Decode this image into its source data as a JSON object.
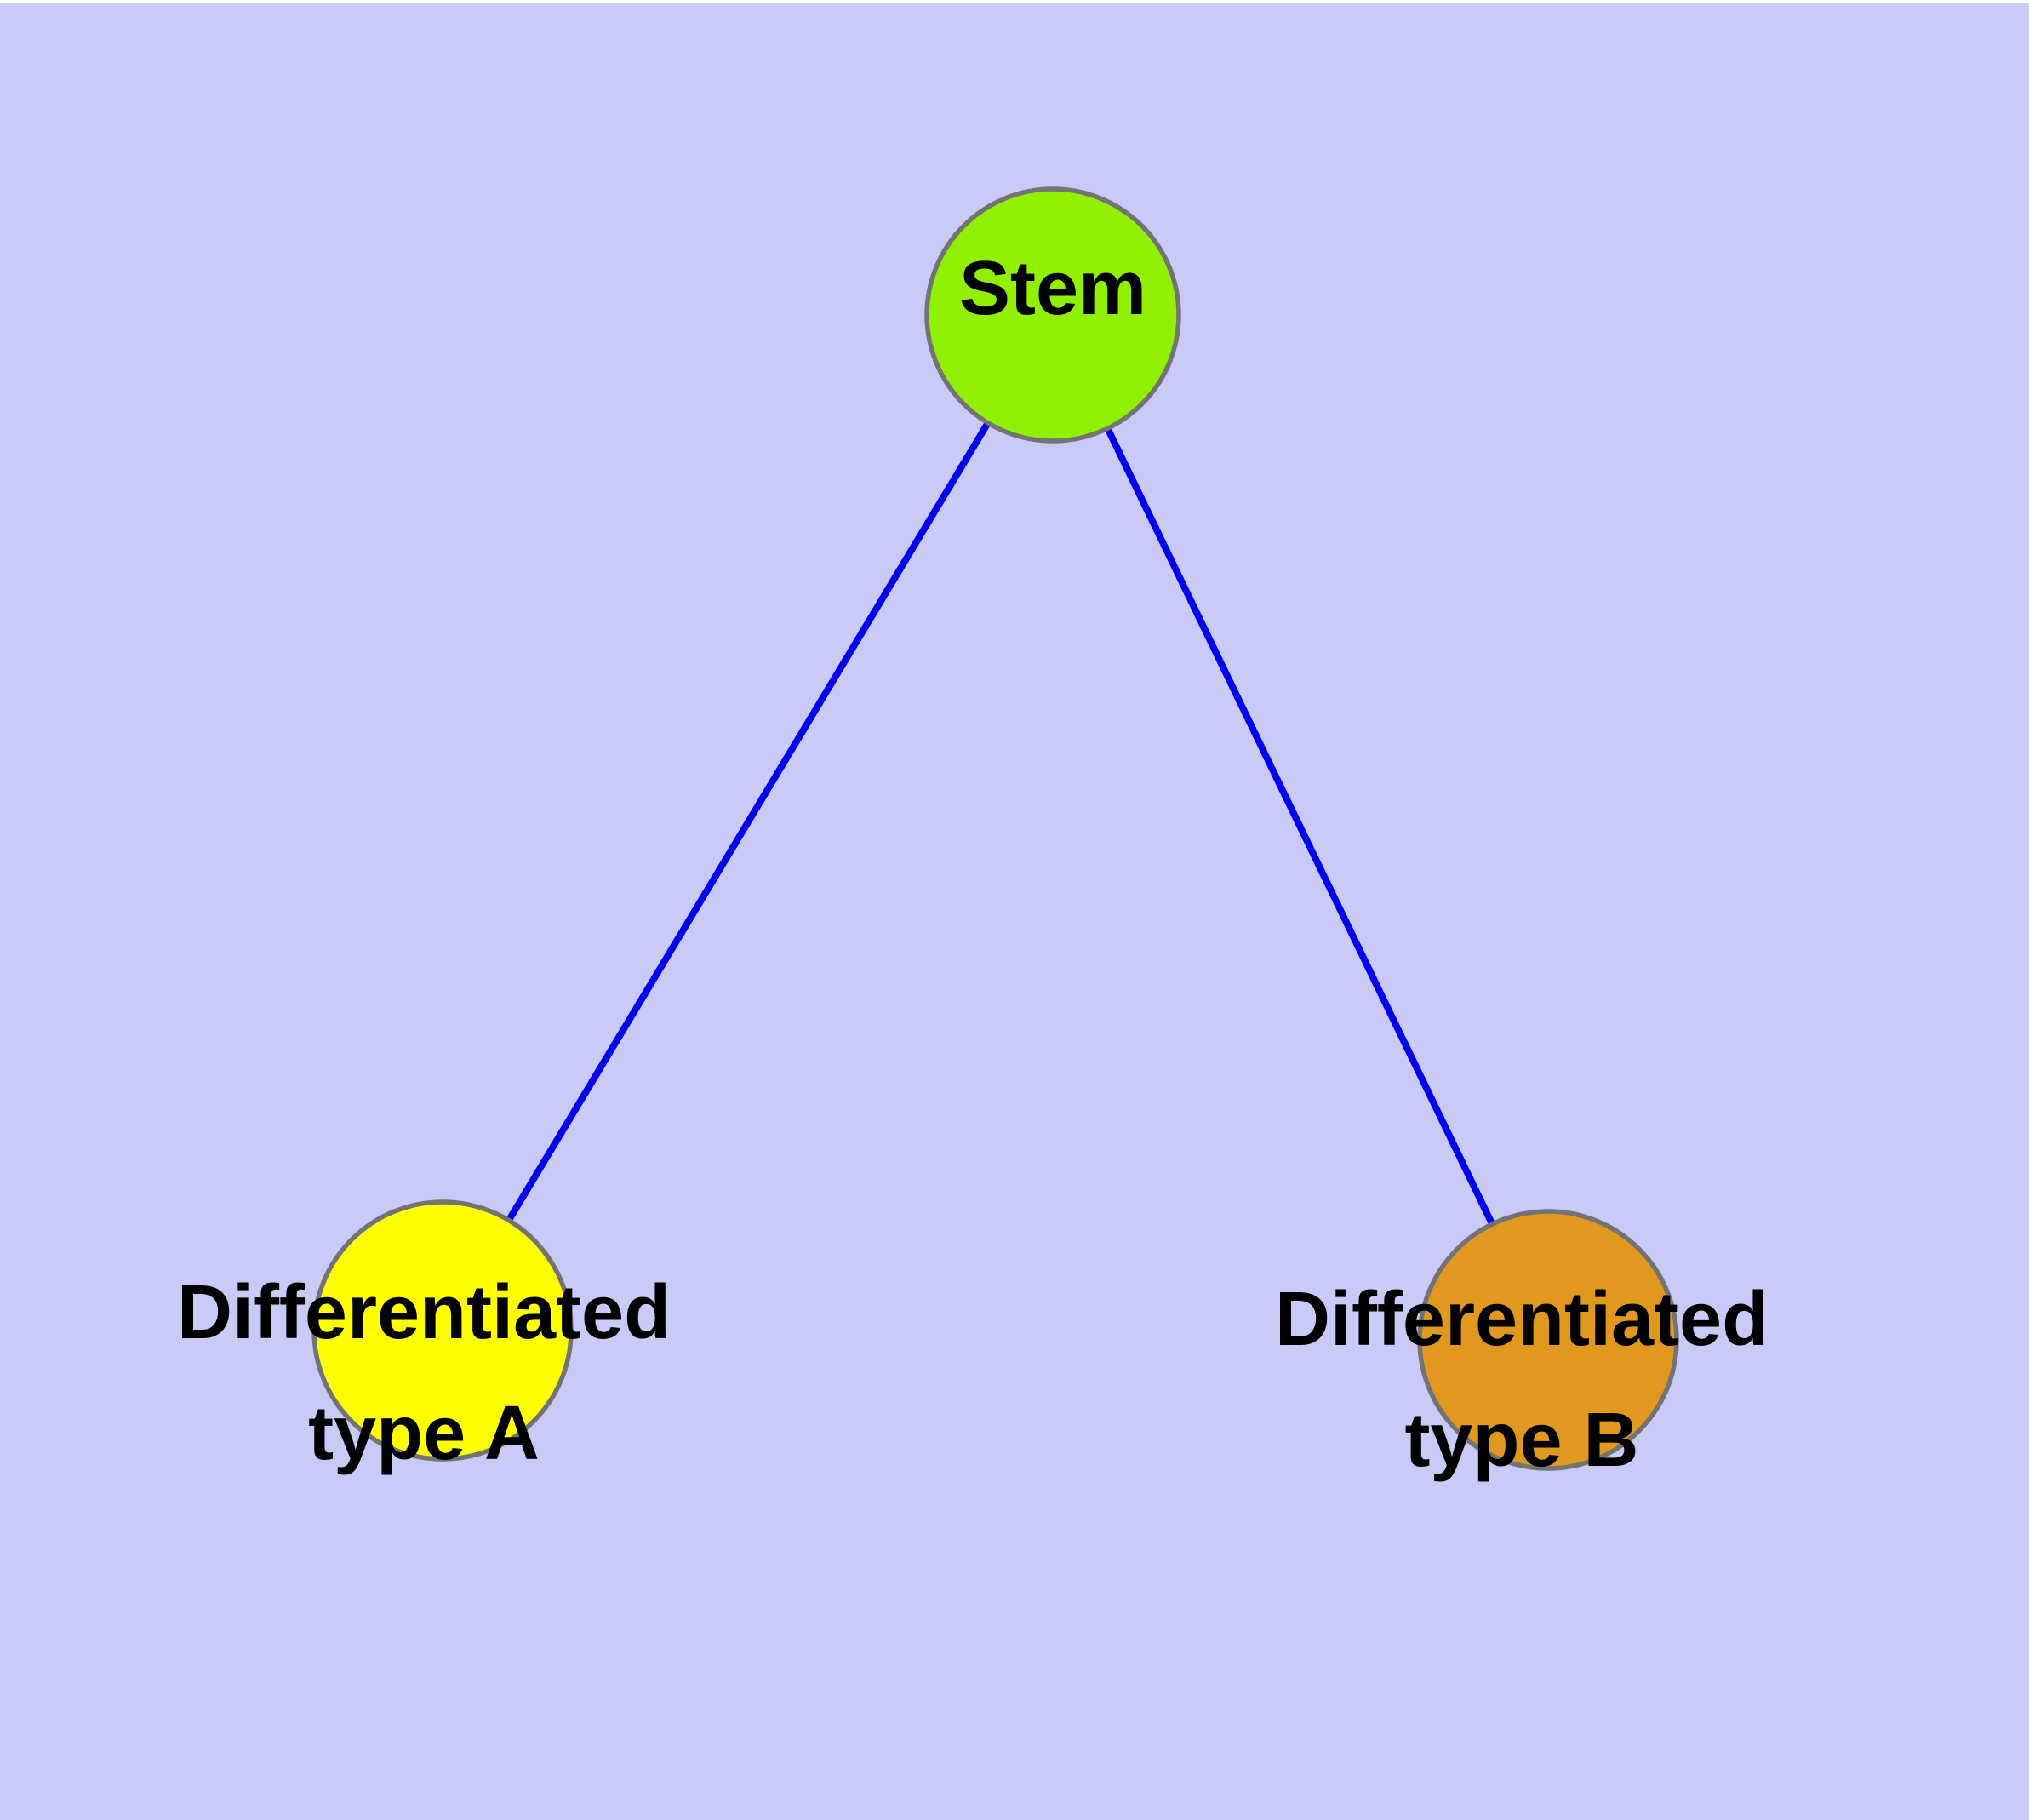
{
  "diagram": {
    "kind": "graph",
    "node_shape": "circle"
  },
  "colors": {
    "background": "#CACAF8",
    "top_margin": "#FFFFFF",
    "edge": "#0000EE",
    "node_border": "#737373",
    "label_text": "#000000",
    "node_stem": "#90F000",
    "node_type_a": "#FFFF00",
    "node_type_b": "#E0981F"
  },
  "nodes": [
    {
      "id": "stem",
      "label": "Stem",
      "color": "#90F000"
    },
    {
      "id": "type-a",
      "label": "Differentiated\ntype A",
      "color": "#FFFF00"
    },
    {
      "id": "type-b",
      "label": "Differentiated\ntype B",
      "color": "#E0981F"
    }
  ],
  "edges": [
    {
      "from": "stem",
      "to": "type-a"
    },
    {
      "from": "stem",
      "to": "type-b"
    }
  ]
}
